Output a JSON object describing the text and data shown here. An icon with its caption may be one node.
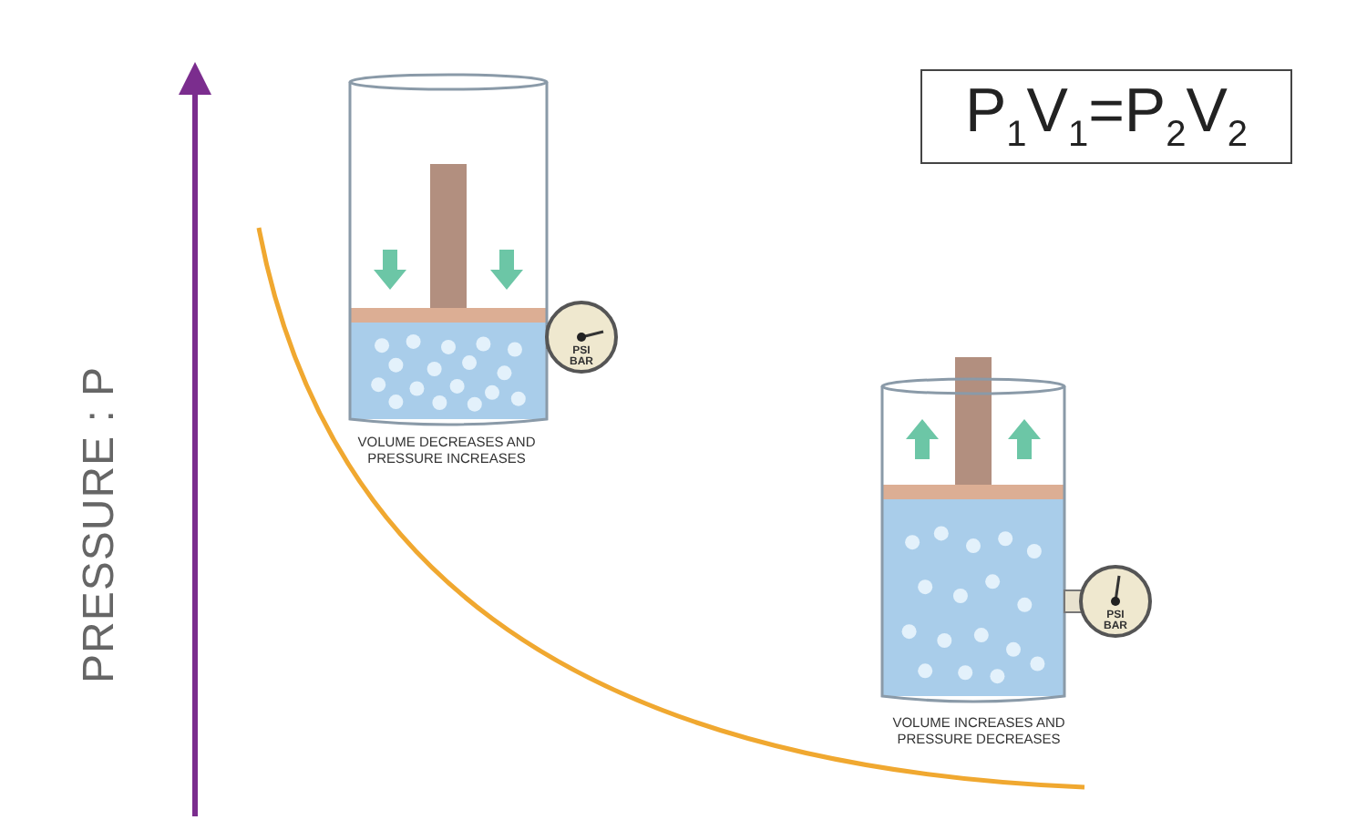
{
  "diagram": {
    "nodes": [
      {
        "text": [
          "P$_{1}$V$_{1}$=P$_{2}$V$_{2}$"
        ]
      },
      {
        "text": [],
        "shape": "picture",
        "beside": [
          "VOLUME DECREASES AND PRESSURE INCREASES"
        ]
      },
      {
        "text": [],
        "shape": "picture",
        "beside": [
          "VOLUME INCREASES AND PRESSURE DECREASES"
        ]
      }
    ],
    "labels": [
      "PRESSURE : P",
      "PSI",
      "BAR",
      "PSI",
      "BAR"
    ]
  }
}
